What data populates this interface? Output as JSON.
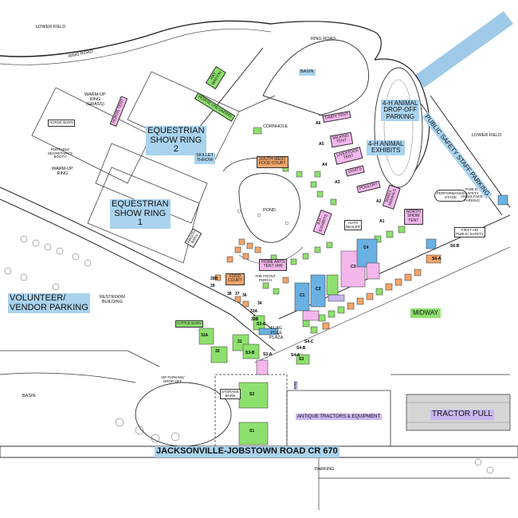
{
  "colors": {
    "label_blue": "#a9d3ee",
    "vendor_pink": "#f3b7ec",
    "vendor_green": "#8ee06e",
    "vendor_orange": "#f2a56b",
    "vendor_purple": "#c9b6f0",
    "vendor_blue": "#6ab0e2",
    "banner_blue": "#9fc9e8"
  },
  "labels": {
    "lower_field_left": "LOWER FIELD",
    "ring_road_left": "RING ROAD",
    "ring_road_top": "RING ROAD",
    "basin_top": "BASIN",
    "warmup_ring_grass": "WARM-UP\nRING\n(GRASS)",
    "horse_tent": "HORSE TENT",
    "horse_barn": "HORSE BARN",
    "portable_booth": "PORTABLE\nSECRETARY'S\nBOOTH",
    "warmup_ring": "WARM-UP\nRING",
    "equestrian_ring_2": "EQUESTRIAN\nSHOW RING\n2",
    "equestrian_ring_1": "EQUESTRIAN\nSHOW RING\n1",
    "skillet_throw": "SKILLET\nTHROW",
    "hay_wagon": "HAY\nWAGON",
    "horse_unloading": "HORSE\nUNLOADING",
    "cornhole": "CORNHOLE",
    "dairy_tent": "DAIRY TENT",
    "milking_tent": "MILKING\nTENT",
    "livestock_tent": "LIVESTOCK\nTENT",
    "goats": "GOATS",
    "poultry": "POULTRY",
    "small_animals": "SMALL\nANIMALS",
    "dropoff_parking": "4-H ANIMAL\nDROP-OFF\nPARKING",
    "animal_exhibits": "4-H ANIMAL\nEXHIBITS",
    "public_safety_parking": "PUBLIC SAFETY STAFF PARKING",
    "lower_field_right": "LOWER FIELD",
    "south_west_food_court": "SOUTH WEST\nFOOD COURT",
    "pond": "POND",
    "exhibits_4h": "4-H\nEXHIBITS",
    "auto_dealer": "AUTO\nDEALER",
    "performance_stage": "PERFORMANCE\nSTAGE",
    "public_ambulance_parking": "PUBLIC\nSAFETY\nAMBULANCE\nPARKING",
    "north_show_tent": "NORTH\nSHOW\nTENT",
    "first_aid": "FIRST AID\nPUBLIC SAFETY",
    "home_arts_tent": "HOME ARTS\nTENT (4H)",
    "front_porch": "THE FRONT\nPORCH",
    "food_court": "FOOD\nCOURT",
    "flag_pole_plaza": "FLAG\nPOLE\nPLAZA",
    "volunteer_parking": "VOLUNTEER/\nVENDOR PARKING",
    "restroom_building": "RESTROOM\nBUILDING",
    "midway": "MIDWAY",
    "basin_left": "BASIN",
    "vip_parking": "VIP PARKING/\nDROP-OFF",
    "storage_barn": "STORAGE\nBARN",
    "antique_tractors": "ANTIQUE TRACTORS & EQUIPMENT",
    "tractor_pull": "TRACTOR PULL",
    "road": "JACKSONVILLE-JOBSTOWN ROAD CR 670",
    "parking": "PARKING",
    "wagon_barn": "WAGON\nBARN",
    "cattle_barn": "CATTLE\nBARN",
    "restrooms": "RESTROOM",
    "fire": "FIRE"
  },
  "tags": {
    "a1": "A1",
    "a2": "A2",
    "a3": "A3",
    "a4": "A4",
    "a5": "A5",
    "a6": "A6",
    "c1": "C1",
    "c2": "C2",
    "c3": "C3",
    "c4": "C4",
    "s1": "S1",
    "s2": "S2",
    "s3": "S3",
    "s3a": "S3-A",
    "s3b": "S3-B",
    "s3c": "S3-C",
    "s4a": "S4-A",
    "s4b": "S4-B",
    "s4c": "S4-C",
    "n31": "31",
    "n31a": "31A",
    "n32": "32",
    "n36": "36",
    "n37": "37",
    "n38": "38",
    "n39": "39",
    "n39b": "39B",
    "n33a": "33A",
    "n33b": "33B",
    "n34": "34",
    "s6a": "S6-A",
    "s6b": "S6-B"
  }
}
